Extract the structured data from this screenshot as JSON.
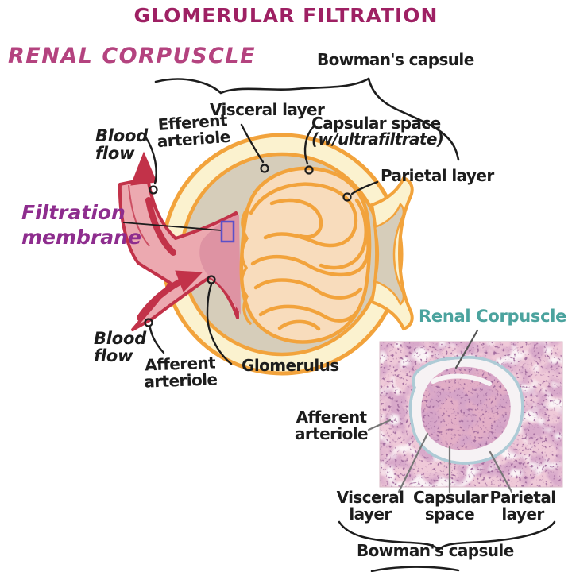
{
  "title": "GLOMERULAR FILTRATION",
  "diagram": {
    "heading": "RENAL CORPUSCLE",
    "labels": {
      "bowmans_capsule": "Bowman's capsule",
      "visceral_layer": "Visceral layer",
      "capsular_space": "Capsular space",
      "capsular_space_note": "(w/ultrafiltrate)",
      "parietal_layer": "Parietal layer",
      "blood_flow_top": "Blood\nflow",
      "efferent_arteriole": "Efferent\narteriole",
      "filtration_membrane": "Filtration\nmembrane",
      "blood_flow_bottom": "Blood\nflow",
      "afferent_arteriole": "Afferent\narteriole",
      "glomerulus": "Glomerulus"
    }
  },
  "histology": {
    "heading": "Renal Corpuscle",
    "labels": {
      "afferent_arteriole": "Afferent\narteriole",
      "visceral_layer": "Visceral\nlayer",
      "capsular_space": "Capsular\nspace",
      "parietal_layer": "Parietal\nlayer",
      "bowmans_capsule": "Bowman's capsule"
    }
  },
  "colors": {
    "title_magenta": "#9E2063",
    "heading_pink": "#B4437F",
    "filtration_purple": "#8E2D8E",
    "histology_teal": "#4BA39E",
    "capsule_orange": "#F2A33C",
    "capsule_cream": "#FBF2CF",
    "capsular_space_tan": "#D6CDBA",
    "glomerulus_peach": "#F8DCBC",
    "vessel_pink": "#ECA9B0",
    "vessel_crimson": "#C23249",
    "vascular_pole_rose": "#DE93A3",
    "membrane_marker_purple": "#5B50C8",
    "label_ink": "#1D1D1D",
    "histology_pink": "#EFC9D8",
    "histology_purple": "#A85F94",
    "corpuscle_outline_blue": "#AECBD6"
  }
}
